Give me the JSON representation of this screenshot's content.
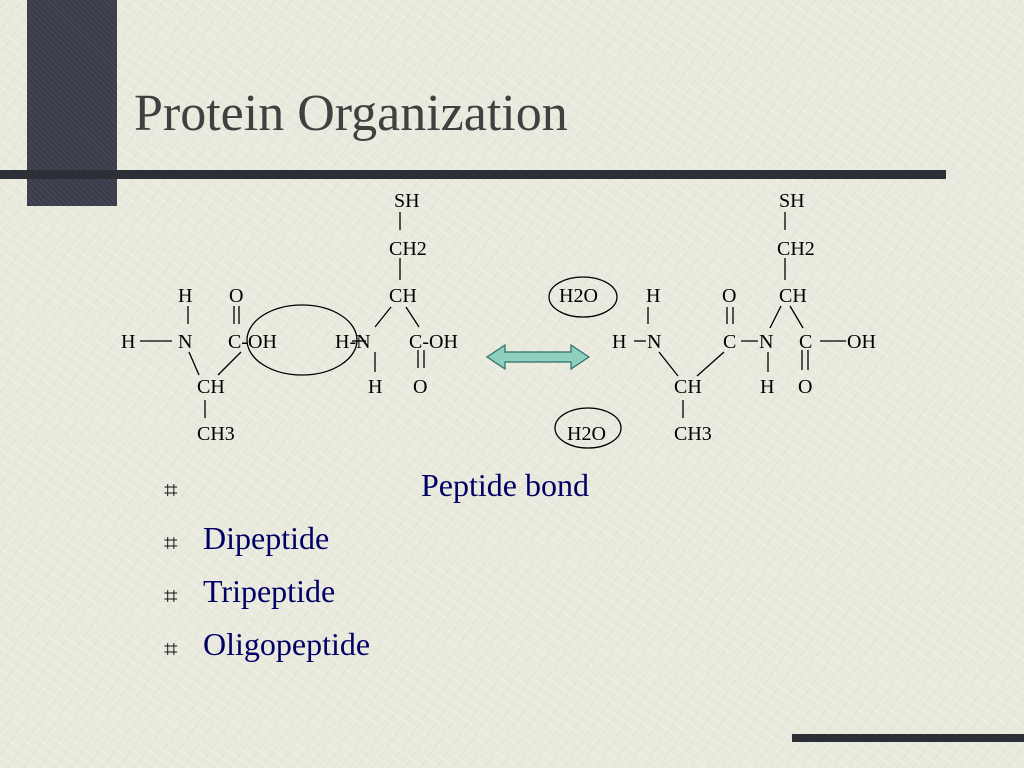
{
  "slide": {
    "title": "Protein Organization",
    "bullet_symbol": "⌗",
    "bullets": [
      "Peptide bond",
      "Dipeptide",
      "Tripeptide",
      "Oligopeptide"
    ]
  },
  "diagram": {
    "left_molecule_1": {
      "H_top": "H",
      "O_top": "O",
      "H_left": "H",
      "N": "N",
      "C_OH": "C-OH",
      "CH": "CH",
      "CH3": "CH3"
    },
    "left_molecule_2": {
      "SH": "SH",
      "CH2": "CH2",
      "CH": "CH",
      "HN": "H-N",
      "C_OH": "C-OH",
      "H_bottom": "H",
      "O_bottom": "O"
    },
    "water_top": "H2O",
    "water_bottom": "H2O",
    "dipeptide": {
      "H_top": "H",
      "O_top": "O",
      "SH": "SH",
      "CH2": "CH2",
      "CH_top": "CH",
      "H_left": "H",
      "N_left": "N",
      "C_mid": "C",
      "N_mid": "N",
      "C_right": "C",
      "OH": "OH",
      "CH_bottom": "CH",
      "H_bottom": "H",
      "O_bottom": "O",
      "CH3": "CH3"
    }
  },
  "colors": {
    "background": "#e9e9dd",
    "dark_bar": "#2d2f36",
    "title": "#404040",
    "bullet_text": "#000066",
    "arrow_fill": "#8fcfc0"
  }
}
